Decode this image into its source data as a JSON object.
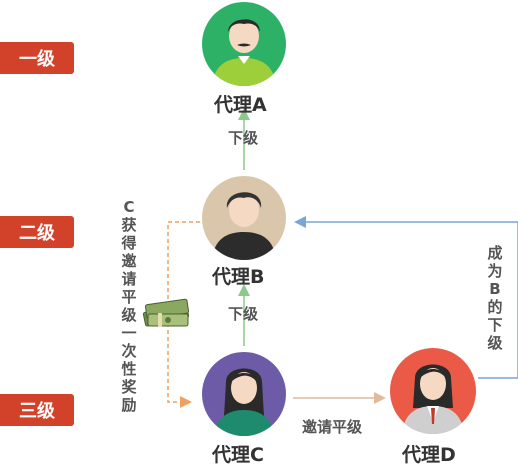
{
  "levels": {
    "first": "一级",
    "second": "二级",
    "third": "三级"
  },
  "agents": {
    "a": {
      "name": "代理A",
      "color": "#2db167"
    },
    "b": {
      "name": "代理B",
      "color": "#d9c6ab"
    },
    "c": {
      "name": "代理C",
      "color": "#6e5ba8"
    },
    "d": {
      "name": "代理D",
      "color": "#ea5a47"
    }
  },
  "edges": {
    "b_to_a": "下级",
    "c_to_b": "下级",
    "c_to_d": "邀请平级",
    "d_to_b": "成为B的下级",
    "b_to_c_reward": "C获得邀请平级一次性奖励"
  },
  "colors": {
    "level_badge": "#d2412a",
    "green_arrow": "#8cc98a",
    "blue_arrow": "#7aa6d6",
    "orange_arrow": "#f0a060",
    "tan_arrow": "#e2b99a"
  }
}
